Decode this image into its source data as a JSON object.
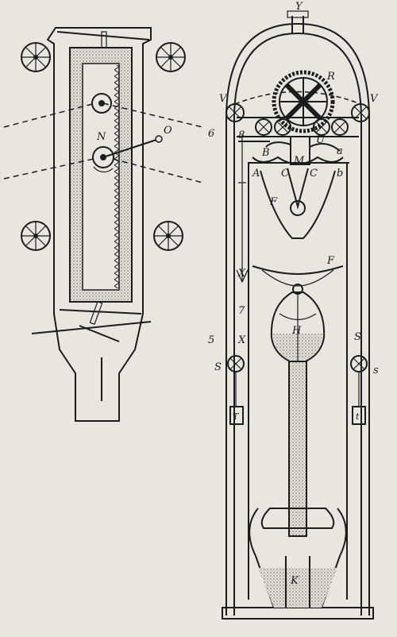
{
  "figure": {
    "left_labels": {
      "N": "N",
      "O": "O"
    },
    "right_labels": {
      "Y": "Y",
      "R": "R",
      "V_left": "V",
      "V_right": "V",
      "six": "6",
      "eight": "8",
      "B": "B",
      "U": "U",
      "M": "M",
      "a": "a",
      "A": "A",
      "C1": "C",
      "C2": "C",
      "b": "b",
      "F1": "F",
      "F2": "F",
      "X1": "X",
      "seven": "7",
      "H": "H",
      "five": "5",
      "X2": "X",
      "S_left": "S",
      "S_right": "S",
      "s": "s",
      "T": "T",
      "t": "t",
      "K": "K"
    }
  },
  "colors": {
    "paper": "#e9e6df",
    "ink": "#1c1c1c",
    "stipple": "#8a8780"
  }
}
